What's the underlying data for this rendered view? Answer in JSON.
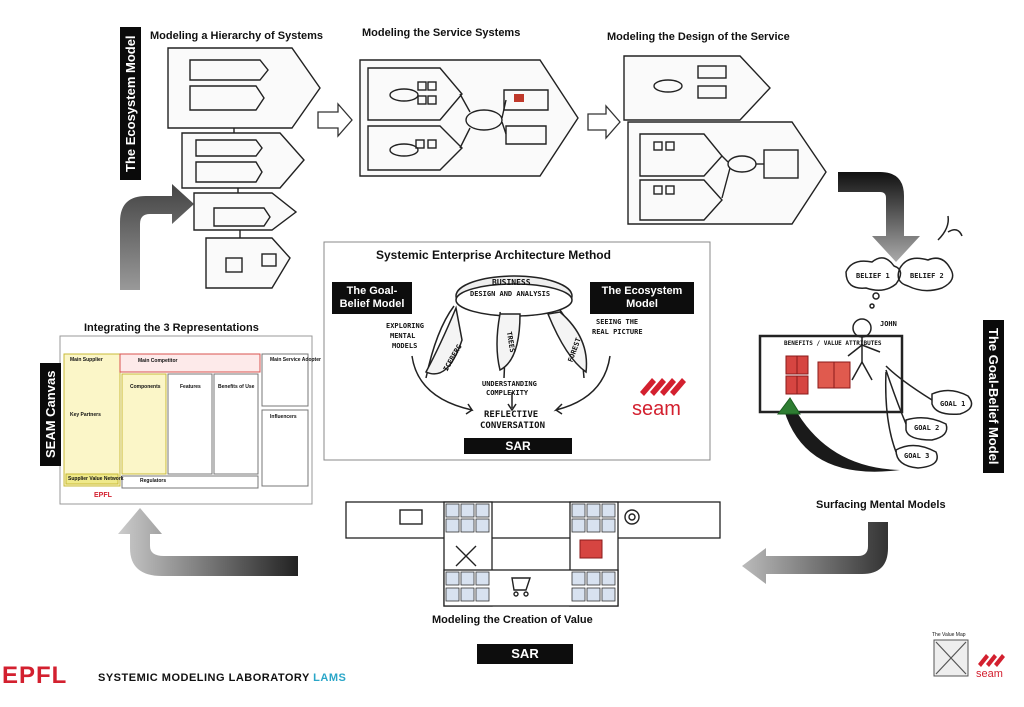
{
  "sections": {
    "hierarchy_title": "Modeling a Hierarchy of Systems",
    "service_systems_title": "Modeling the Service Systems",
    "design_title": "Modeling the Design of the Service",
    "integrating_title": "Integrating the 3 Representations",
    "surfacing_title": "Surfacing Mental Models",
    "creation_title": "Modeling the Creation of Value"
  },
  "side_labels": {
    "ecosystem": "The Ecosystem Model",
    "goal_belief": "The Goal-Belief Model",
    "seam_canvas": "SEAM Canvas"
  },
  "center": {
    "title": "Systemic Enterprise Architecture Method",
    "goal_belief_box": "The Goal-Belief Model",
    "ecosystem_box": "The Ecosystem Model",
    "sar_label": "SAR",
    "hand_business": "BUSINESS",
    "hand_design": "DESIGN AND ANALYSIS",
    "hand_exploring": "EXPLORING",
    "hand_mental": "MENTAL",
    "hand_models": "MODELS",
    "hand_iceberg": "ICEBERG",
    "hand_trees": "TREES",
    "hand_forest": "FOREST",
    "hand_seeing": "SEEING THE",
    "hand_real": "REAL PICTURE",
    "hand_understanding": "UNDERSTANDING",
    "hand_complexity": "COMPLEXITY",
    "hand_reflective": "REFLECTIVE",
    "hand_conversation": "CONVERSATION",
    "seam_logo": "seam"
  },
  "goal_belief_sketch": {
    "belief1": "BELIEF 1",
    "belief2": "BELIEF 2",
    "goal1": "GOAL 1",
    "goal2": "GOAL 2",
    "goal3": "GOAL 3",
    "benefits": "BENEFITS / VALUE ATTRIBUTES",
    "person": "JOHN"
  },
  "canvas": {
    "main_supplier": "Main Supplier",
    "main_competitor": "Main Competitor",
    "main_adopter": "Main Service Adopter",
    "key_partners": "Key Partners",
    "components": "Components",
    "features": "Features",
    "benefits": "Benefits of Use",
    "regulators": "Regulators",
    "influencers": "Influencers",
    "supply_chain": "Supplier Value Network",
    "brand_epfl": "EPFL"
  },
  "bottom_sar": "SAR",
  "footer": {
    "epfl_logo": "EPFL",
    "lab_name": "SYSTEMIC MODELING LABORATORY",
    "lab_acronym": "LAMS",
    "value_map": "The Value Map",
    "seam_small": "seam"
  },
  "colors": {
    "brand_red": "#d3202f",
    "lams_blue": "#2aa6c8",
    "canvas_yellow": "#efe98a",
    "canvas_red": "#d9534f"
  }
}
